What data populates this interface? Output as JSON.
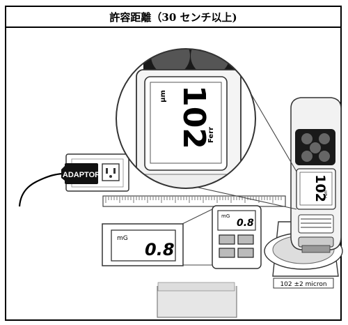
{
  "header": {
    "title": "許容距離（30 センチ以上)"
  },
  "callout_large": {
    "unit": "µm",
    "reading": "102",
    "mode": "Ferr"
  },
  "gauge_device": {
    "reading": "102",
    "mode": "Ferr"
  },
  "adaptor": {
    "label": "ADAPTOR"
  },
  "magnetometer": {
    "small_unit": "mG",
    "small_reading": "0.8",
    "zoom_unit": "mG",
    "zoom_reading": "0.8"
  },
  "sample_plate": {
    "label": "102 ±2 micron"
  }
}
